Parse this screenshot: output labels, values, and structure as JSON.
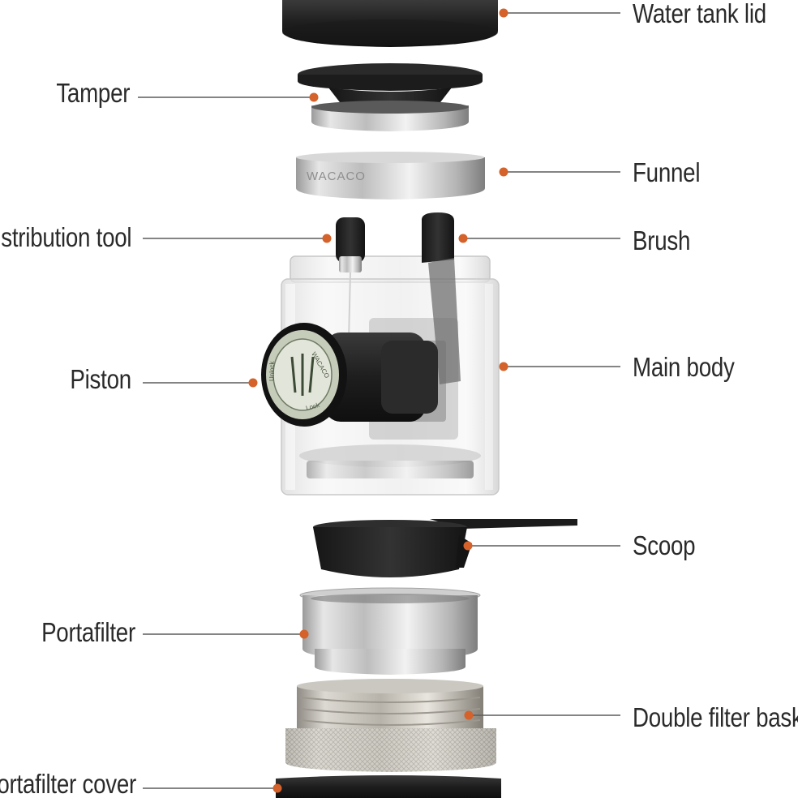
{
  "diagram": {
    "callouts": [
      {
        "id": "water-tank-lid",
        "label": "Water tank lid",
        "side": "right"
      },
      {
        "id": "tamper",
        "label": "Tamper",
        "side": "left"
      },
      {
        "id": "funnel",
        "label": "Funnel",
        "side": "right"
      },
      {
        "id": "distribution-tool",
        "label": "Distribution tool",
        "side": "left"
      },
      {
        "id": "brush",
        "label": "Brush",
        "side": "right"
      },
      {
        "id": "piston",
        "label": "Piston",
        "side": "left"
      },
      {
        "id": "main-body",
        "label": "Main body",
        "side": "right"
      },
      {
        "id": "scoop",
        "label": "Scoop",
        "side": "right"
      },
      {
        "id": "portafilter",
        "label": "Portafilter",
        "side": "left"
      },
      {
        "id": "double-filter-basket",
        "label": "Double filter basket",
        "side": "right"
      },
      {
        "id": "portafilter-cover",
        "label": "Portafilter cover",
        "side": "left"
      }
    ],
    "brand_mark": "WACACO",
    "piston_text": [
      "WACACO",
      "Lock",
      "Unlock"
    ],
    "colors": {
      "accent_dot": "#d4622a",
      "leader_line": "#5c5c5c",
      "label_text": "#2a2a2a",
      "black_part": "#1f1f1f",
      "steel": "#c9c9c9"
    }
  }
}
